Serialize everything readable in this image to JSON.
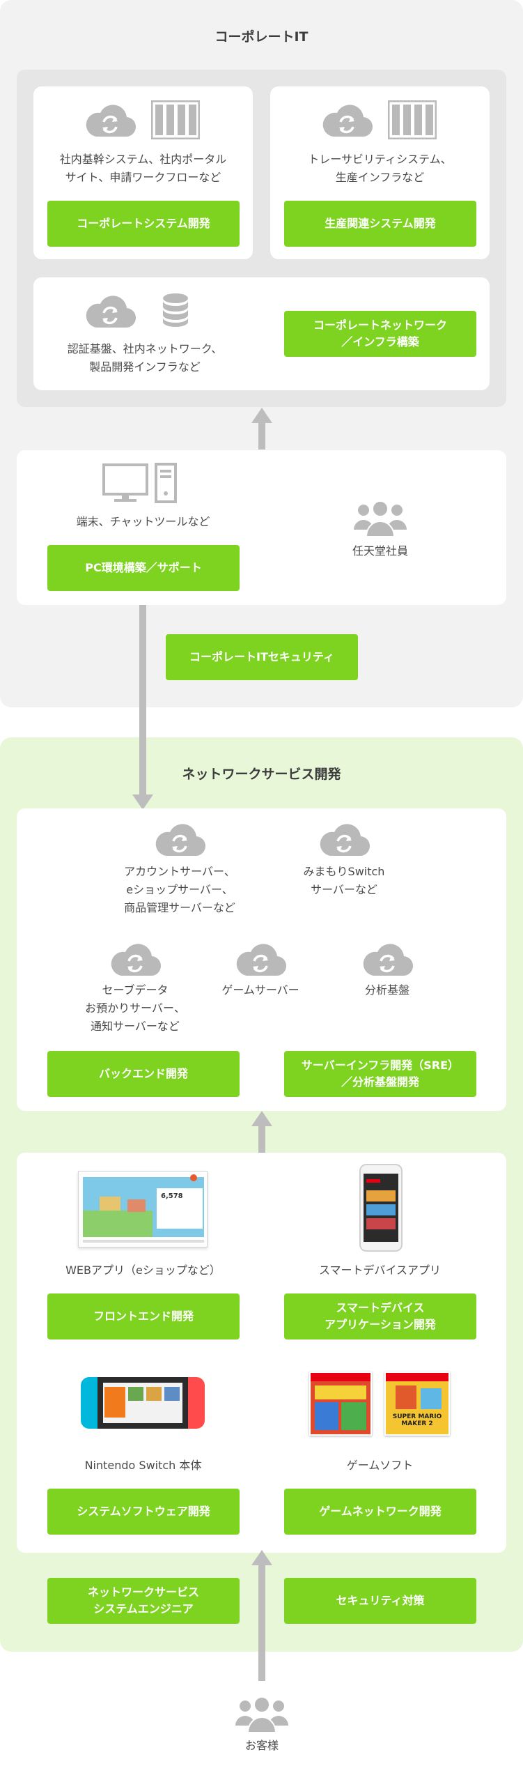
{
  "colors": {
    "accent": "#7ed321",
    "panel_gray": "#f2f2f2",
    "inner_gray": "#e6e6e6",
    "panel_green": "#e9f7d9",
    "icon": "#b9b9b9",
    "arrow": "#bdbdbd"
  },
  "corporate": {
    "title": "コーポレートIT",
    "card1": {
      "desc": "社内基幹システム、社内ポータル\nサイト、申請ワークフローなど",
      "button": "コーポレートシステム開発",
      "icons": [
        "cloud-sync-icon",
        "server-rack-icon"
      ]
    },
    "card2": {
      "desc": "トレーサビリティシステム、\n生産インフラなど",
      "button": "生産関連システム開発",
      "icons": [
        "cloud-sync-icon",
        "server-rack-icon"
      ]
    },
    "card3": {
      "desc": "認証基盤、社内ネットワーク、\n製品開発インフラなど",
      "button": "コーポレートネットワーク\n／インフラ構築",
      "icons": [
        "cloud-sync-icon",
        "database-icon"
      ]
    },
    "pc_card": {
      "desc": "端末、チャットツールなど",
      "button": "PC環境構築／サポート",
      "employees": "任天堂社員",
      "icons": [
        "monitor-icon",
        "pc-tower-icon",
        "people-icon"
      ]
    },
    "security_button": "コーポレートITセキュリティ"
  },
  "network": {
    "title": "ネットワークサービス開発",
    "backend": {
      "items": [
        "アカウントサーバー、\neショップサーバー、\n商品管理サーバーなど",
        "みまもりSwitch\nサーバーなど",
        "セーブデータ\nお預かりサーバー、\n通知サーバーなど",
        "ゲームサーバー",
        "分析基盤"
      ],
      "button_backend": "バックエンド開発",
      "button_sre": "サーバーインフラ開発（SRE）\n／分析基盤開発"
    },
    "frontend": {
      "web_label": "WEBアプリ（eショップなど）",
      "web_button": "フロントエンド開発",
      "smart_label": "スマートデバイスアプリ",
      "smart_button": "スマートデバイス\nアプリケーション開発",
      "switch_label": "Nintendo Switch 本体",
      "switch_button": "システムソフトウェア開発",
      "game_label": "ゲームソフト",
      "game_button": "ゲームネットワーク開発",
      "web_screen_value": "6,578",
      "game_box_2": "SUPER MARIO MAKER 2"
    },
    "bottom_buttons": [
      "ネットワークサービス\nシステムエンジニア",
      "セキュリティ対策"
    ]
  },
  "customer": {
    "label": "お客様"
  }
}
